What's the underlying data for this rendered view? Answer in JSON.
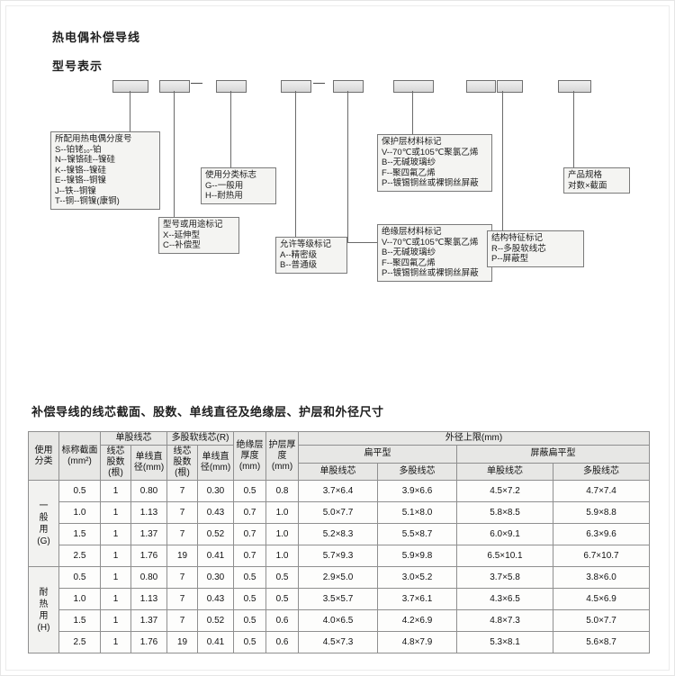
{
  "page": {
    "title": "热电偶补偿导线",
    "subtitle": "型号表示",
    "table_caption": "补偿导线的线芯截面、股数、单线直径及绝缘层、护层和外径尺寸"
  },
  "diagram": {
    "separator": "—",
    "groups": [
      {
        "id": "graduation",
        "title": "所配用热电偶分度号",
        "items": [
          "S--铂铑₁₀-铂",
          "N--镍铬硅--镍硅",
          "K--镍铬--镍硅",
          "E--镍铬--铜镍",
          "J--铁--铜镍",
          "T--铜--铜镍(康铜)"
        ]
      },
      {
        "id": "usage",
        "title": "使用分类标志",
        "items": [
          "G--一般用",
          "H--耐热用"
        ]
      },
      {
        "id": "model-or-use",
        "title": "型号或用途标记",
        "items": [
          "X--延伸型",
          "C--补偿型"
        ]
      },
      {
        "id": "grade",
        "title": "允许等级标记",
        "items": [
          "A--精密级",
          "B--普通级"
        ]
      },
      {
        "id": "protective-layer",
        "title": "保护层材料标记",
        "items": [
          "V--70℃或105℃聚氯乙烯",
          "B--无碱玻璃纱",
          "F--聚四氟乙烯",
          "P--镀锡铜丝或裸铜丝屏蔽"
        ]
      },
      {
        "id": "insulation-layer",
        "title": "绝缘层材料标记",
        "items": [
          "V--70℃或105℃聚氯乙烯",
          "B--无碱玻璃纱",
          "F--聚四氟乙烯",
          "P--镀锡铜丝或裸铜丝屏蔽"
        ]
      },
      {
        "id": "structure",
        "title": "结构特征标记",
        "items": [
          "R--多股软线芯",
          "P--屏蔽型"
        ]
      },
      {
        "id": "spec",
        "title": "产品规格",
        "items": [
          "对数×截面"
        ]
      }
    ]
  },
  "table": {
    "header": {
      "usage": "使用分类",
      "nominal": "标称截面(mm²)",
      "single_core": "单股线芯",
      "multi_core": "多股软线芯(R)",
      "strands": "线芯股数(根)",
      "diameter": "单线直径(mm)",
      "insulation": "绝缘层厚度(mm)",
      "sheath": "护层厚度(mm)",
      "od_limit": "外径上限(mm)",
      "flat": "扁平型",
      "shielded_flat": "屏蔽扁平型",
      "single_col": "单股线芯",
      "multi_col": "多股线芯"
    },
    "groups": [
      {
        "label": "一般用(G)",
        "rows": [
          [
            "0.5",
            "1",
            "0.80",
            "7",
            "0.30",
            "0.5",
            "0.8",
            "3.7×6.4",
            "3.9×6.6",
            "4.5×7.2",
            "4.7×7.4"
          ],
          [
            "1.0",
            "1",
            "1.13",
            "7",
            "0.43",
            "0.7",
            "1.0",
            "5.0×7.7",
            "5.1×8.0",
            "5.8×8.5",
            "5.9×8.8"
          ],
          [
            "1.5",
            "1",
            "1.37",
            "7",
            "0.52",
            "0.7",
            "1.0",
            "5.2×8.3",
            "5.5×8.7",
            "6.0×9.1",
            "6.3×9.6"
          ],
          [
            "2.5",
            "1",
            "1.76",
            "19",
            "0.41",
            "0.7",
            "1.0",
            "5.7×9.3",
            "5.9×9.8",
            "6.5×10.1",
            "6.7×10.7"
          ]
        ]
      },
      {
        "label": "耐热用(H)",
        "rows": [
          [
            "0.5",
            "1",
            "0.80",
            "7",
            "0.30",
            "0.5",
            "0.5",
            "2.9×5.0",
            "3.0×5.2",
            "3.7×5.8",
            "3.8×6.0"
          ],
          [
            "1.0",
            "1",
            "1.13",
            "7",
            "0.43",
            "0.5",
            "0.5",
            "3.5×5.7",
            "3.7×6.1",
            "4.3×6.5",
            "4.5×6.9"
          ],
          [
            "1.5",
            "1",
            "1.37",
            "7",
            "0.52",
            "0.5",
            "0.6",
            "4.0×6.5",
            "4.2×6.9",
            "4.8×7.3",
            "5.0×7.7"
          ],
          [
            "2.5",
            "1",
            "1.76",
            "19",
            "0.41",
            "0.5",
            "0.6",
            "4.5×7.3",
            "4.8×7.9",
            "5.3×8.1",
            "5.6×8.7"
          ]
        ]
      }
    ]
  }
}
